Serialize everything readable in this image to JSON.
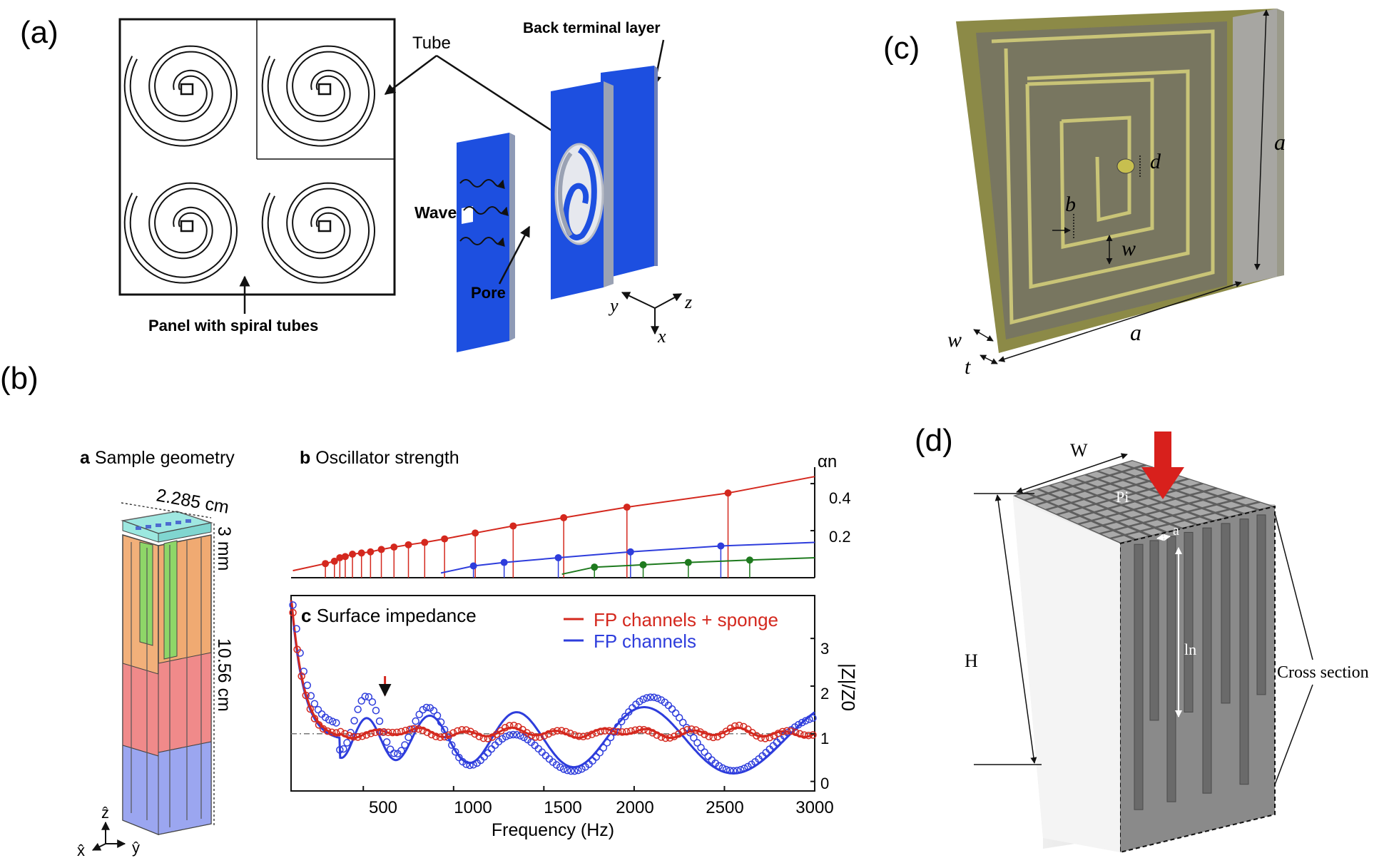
{
  "panels": {
    "a": {
      "tag": "(a)",
      "labels": {
        "tube": "Tube",
        "back_terminal": "Back terminal layer",
        "wave": "Wave",
        "pore": "Pore",
        "panel": "Panel with spiral tubes"
      },
      "axes": {
        "y": "y",
        "z": "z",
        "x": "x"
      }
    },
    "b": {
      "tag": "(b)",
      "sample_geometry": {
        "bold": "a",
        "text": "Sample geometry",
        "width_dim": "2.285 cm",
        "top_dim": "3 mm",
        "height_dim": "10.56 cm",
        "axes": {
          "z": "ẑ",
          "x": "x̂",
          "y": "ŷ"
        }
      },
      "oscillator": {
        "bold": "b",
        "text": "Oscillator strength",
        "ylabel": "αn",
        "yticks": [
          "0.4",
          "0.2"
        ]
      },
      "impedance": {
        "bold": "c",
        "text": "Surface impedance",
        "ylabel": "|Z|/Z0",
        "yticks": [
          "3",
          "2",
          "1",
          "0"
        ],
        "legend": [
          "FP channels + sponge",
          "FP channels"
        ]
      },
      "xlabel": "Frequency (Hz)",
      "xticks": [
        "500",
        "1000",
        "1500",
        "2000",
        "2500",
        "3000"
      ]
    },
    "c": {
      "tag": "(c)",
      "dims": {
        "a_right": "a",
        "a_bottom": "a",
        "d": "d",
        "b": "b",
        "w_inner": "w",
        "w_outer": "w",
        "t": "t"
      }
    },
    "d": {
      "tag": "(d)",
      "labels": {
        "W": "W",
        "H": "H",
        "P": "Pi",
        "a": "a",
        "l": "ln",
        "cross": "Cross section"
      }
    }
  },
  "colors": {
    "red": "#d4281e",
    "blue": "#2e3ddc",
    "green": "#1e7a1e",
    "panel_blue": "#1d4fe0",
    "olive": "#8c8a47"
  },
  "chart_data": [
    {
      "type": "scatter",
      "title": "Oscillator strength",
      "xlabel": "",
      "ylabel": "αn",
      "xlim": [
        100,
        3000
      ],
      "ylim": [
        0,
        0.47
      ],
      "series": [
        {
          "name": "",
          "color": "#d4281e",
          "points": [
            [
              290,
              0.06
            ],
            [
              340,
              0.07
            ],
            [
              370,
              0.085
            ],
            [
              400,
              0.09
            ],
            [
              440,
              0.1
            ],
            [
              490,
              0.105
            ],
            [
              540,
              0.11
            ],
            [
              600,
              0.12
            ],
            [
              670,
              0.13
            ],
            [
              750,
              0.14
            ],
            [
              840,
              0.15
            ],
            [
              950,
              0.165
            ],
            [
              1120,
              0.19
            ],
            [
              1330,
              0.22
            ],
            [
              1610,
              0.255
            ],
            [
              1960,
              0.3
            ],
            [
              2520,
              0.36
            ]
          ]
        },
        {
          "name": "",
          "color": "#2e3ddc",
          "points": [
            [
              1110,
              0.05
            ],
            [
              1280,
              0.065
            ],
            [
              1580,
              0.085
            ],
            [
              1980,
              0.11
            ],
            [
              2480,
              0.135
            ]
          ]
        },
        {
          "name": "",
          "color": "#1e7a1e",
          "points": [
            [
              1780,
              0.045
            ],
            [
              2050,
              0.055
            ],
            [
              2300,
              0.065
            ],
            [
              2640,
              0.075
            ]
          ]
        }
      ]
    },
    {
      "type": "line",
      "title": "Surface impedance",
      "xlabel": "Frequency (Hz)",
      "ylabel": "|Z|/Z0",
      "xlim": [
        100,
        3000
      ],
      "ylim": [
        -0.2,
        3.9
      ],
      "series": [
        {
          "name": "FP channels + sponge",
          "color": "#d4281e"
        },
        {
          "name": "FP channels",
          "color": "#2e3ddc"
        }
      ]
    }
  ]
}
